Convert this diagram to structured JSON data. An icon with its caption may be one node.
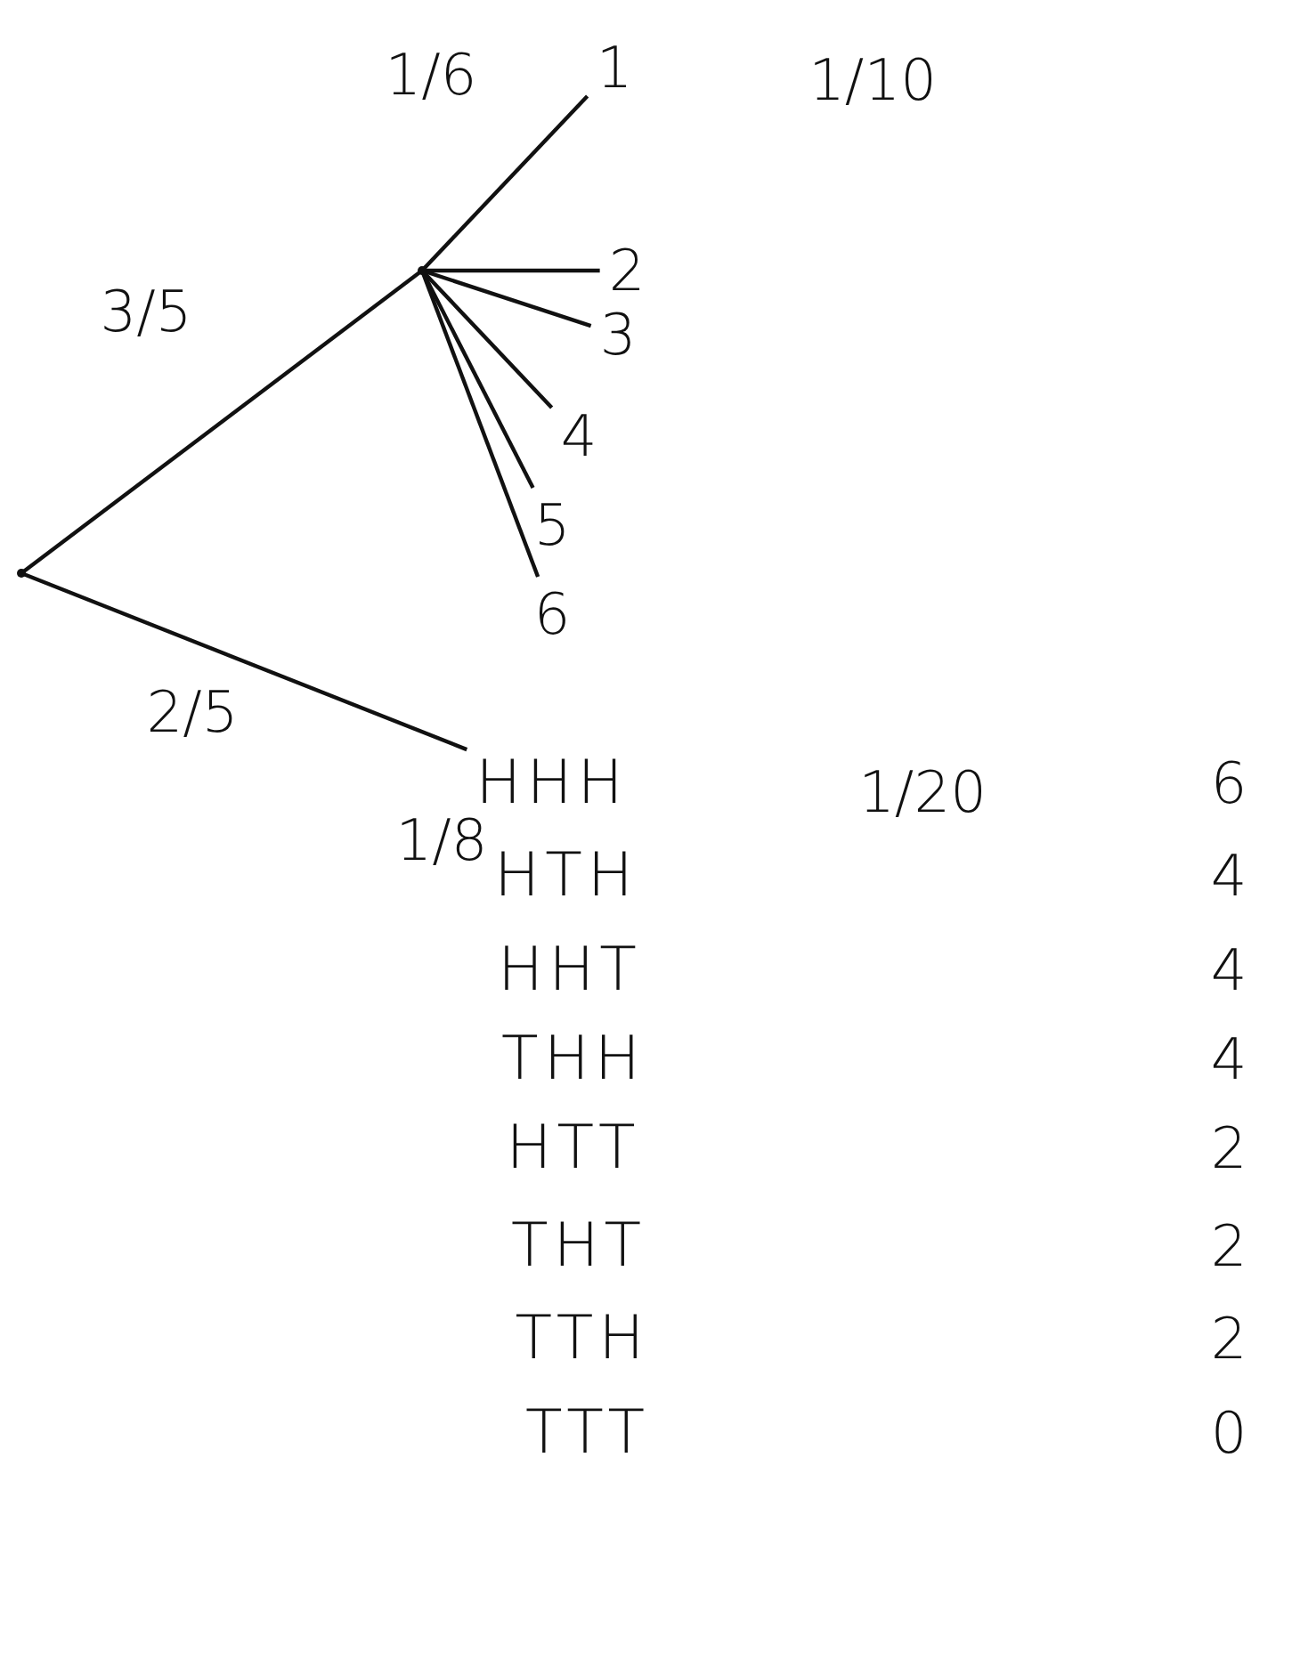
{
  "diagram": {
    "nodes": [
      {
        "text": [],
        "shape": "circle"
      },
      {
        "text": [],
        "shape": "circle"
      },
      {
        "text": [
          "1"
        ]
      },
      {
        "text": [
          "2"
        ]
      },
      {
        "text": [
          "3"
        ]
      },
      {
        "text": [
          "4"
        ]
      },
      {
        "text": [
          "5"
        ]
      },
      {
        "text": [
          "6"
        ]
      },
      {
        "text": [
          "HHH"
        ]
      },
      {
        "text": [
          "HTH"
        ]
      },
      {
        "text": [
          "HHT"
        ]
      },
      {
        "text": [
          "THH"
        ]
      },
      {
        "text": [
          "HTT"
        ]
      },
      {
        "text": [
          "THT"
        ]
      },
      {
        "text": [
          "TTH"
        ]
      },
      {
        "text": [
          "TTT"
        ]
      }
    ],
    "edges": [
      {
        "from": 0,
        "to": 1,
        "arrow": "none",
        "label": "3/5"
      },
      {
        "from": 0,
        "to": 8,
        "arrow": "none",
        "label": "2/5"
      },
      {
        "from": 1,
        "to": 2,
        "arrow": "none",
        "label": "1/6"
      },
      {
        "from": 1,
        "to": 3,
        "arrow": "none"
      },
      {
        "from": 1,
        "to": 4,
        "arrow": "none"
      },
      {
        "from": 1,
        "to": 5,
        "arrow": "none"
      },
      {
        "from": 1,
        "to": 6,
        "arrow": "none"
      },
      {
        "from": 1,
        "to": 7,
        "arrow": "none"
      }
    ],
    "labels": [
      "1/10",
      "1/20",
      "6",
      "1/8",
      "4",
      "4",
      "4",
      "2",
      "2",
      "2",
      "0"
    ]
  }
}
